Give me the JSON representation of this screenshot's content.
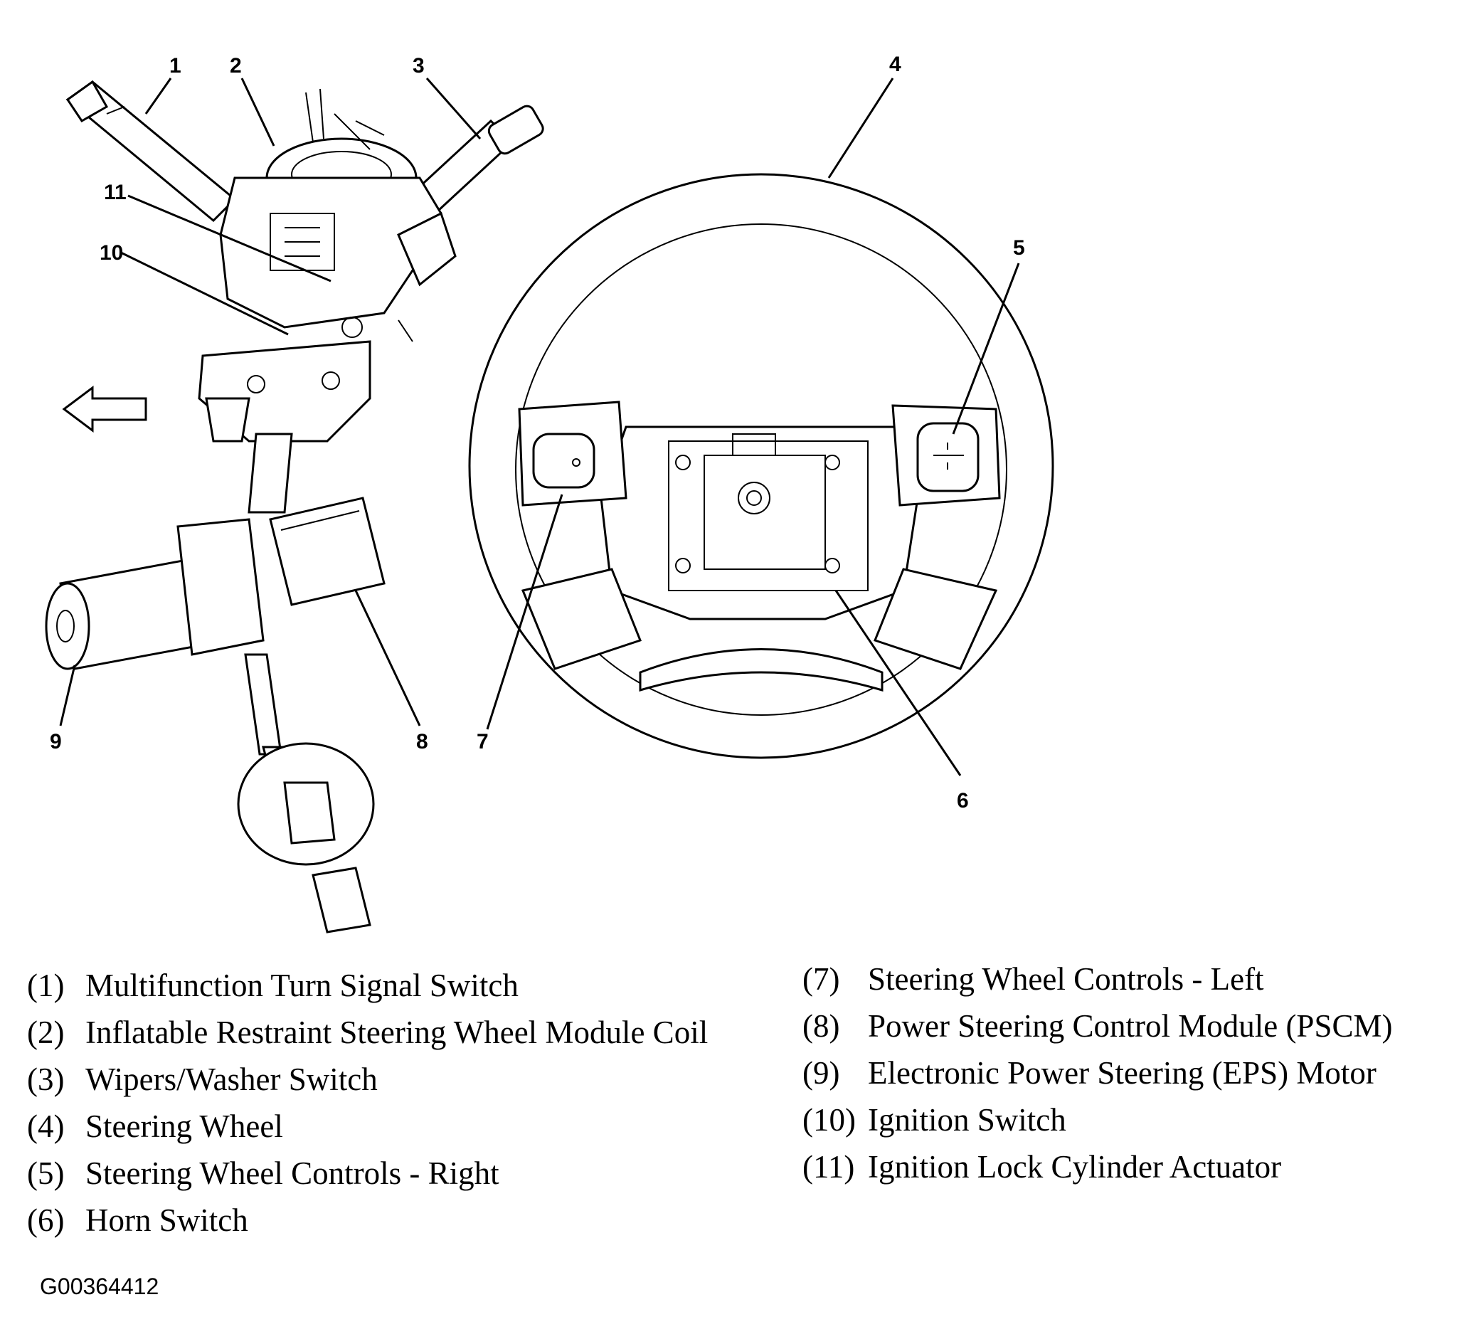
{
  "callouts": [
    "1",
    "2",
    "3",
    "4",
    "5",
    "6",
    "7",
    "8",
    "9",
    "10",
    "11"
  ],
  "legend_left": [
    {
      "num": "(1)",
      "label": "Multifunction Turn Signal Switch"
    },
    {
      "num": "(2)",
      "label": "Inflatable Restraint Steering Wheel Module Coil"
    },
    {
      "num": "(3)",
      "label": "Wipers/Washer Switch"
    },
    {
      "num": "(4)",
      "label": "Steering Wheel"
    },
    {
      "num": "(5)",
      "label": "Steering Wheel Controls - Right"
    },
    {
      "num": "(6)",
      "label": "Horn Switch"
    }
  ],
  "legend_right": [
    {
      "num": "(7)",
      "label": "Steering Wheel Controls - Left"
    },
    {
      "num": "(8)",
      "label": "Power Steering Control Module (PSCM)"
    },
    {
      "num": "(9)",
      "label": "Electronic Power Steering (EPS) Motor"
    },
    {
      "num": "(10)",
      "label": "Ignition Switch"
    },
    {
      "num": "(11)",
      "label": "Ignition Lock Cylinder Actuator"
    }
  ],
  "figure_id": "G00364412"
}
